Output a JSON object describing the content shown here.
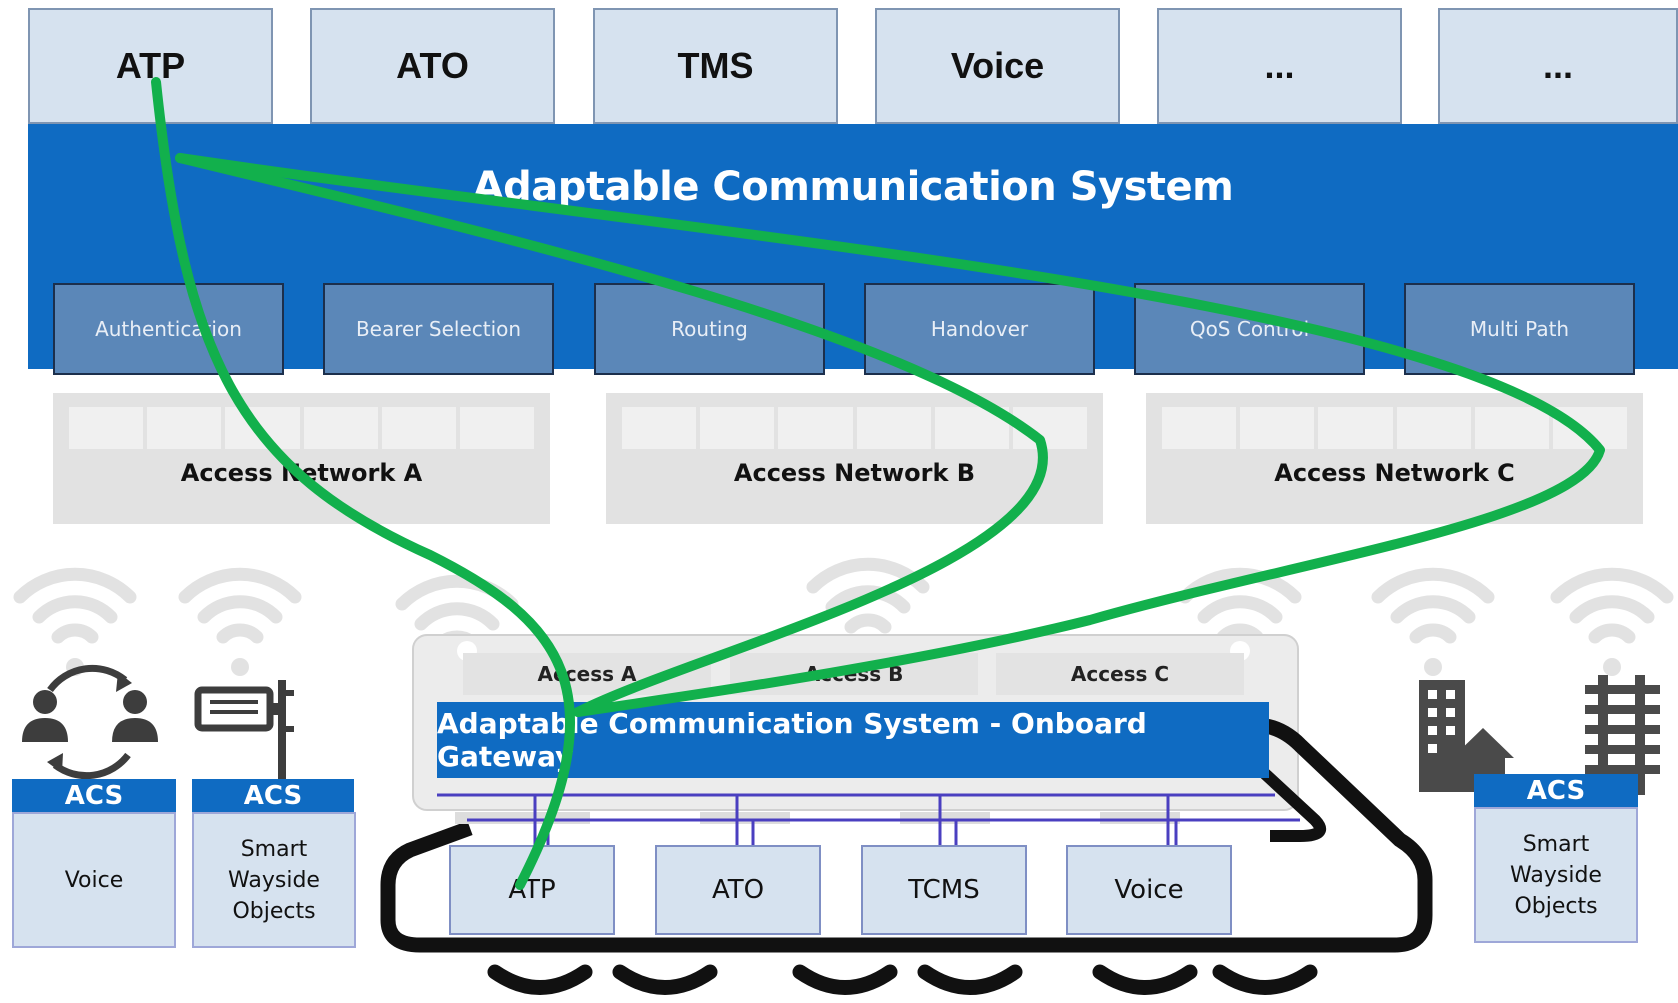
{
  "applications": [
    "ATP",
    "ATO",
    "TMS",
    "Voice",
    "...",
    "..."
  ],
  "system": {
    "title": "Adaptable Communication System",
    "functions": [
      "Authentication",
      "Bearer Selection",
      "Routing",
      "Handover",
      "QoS Control",
      "Multi Path"
    ]
  },
  "access_networks": [
    "Access Network A",
    "Access Network B",
    "Access Network C"
  ],
  "onboard": {
    "access_tabs": [
      "Access A",
      "Access B",
      "Access C"
    ],
    "gateway_title": "Adaptable Communication System - Onboard Gateway",
    "devices": [
      "ATP",
      "ATO",
      "TCMS",
      "Voice"
    ]
  },
  "wayside": [
    {
      "badge": "ACS",
      "label": "Voice"
    },
    {
      "badge": "ACS",
      "label": "Smart Wayside Objects"
    },
    {
      "badge": "ACS",
      "label": "Smart Wayside Objects"
    }
  ],
  "icons": [
    "wifi-icon",
    "people-exchange-icon",
    "signal-board-icon",
    "building-icon",
    "railway-track-icon",
    "train-icon"
  ],
  "colors": {
    "system_blue": "#0f6bc2",
    "function_box": "#5b87b8",
    "app_box": "#d6e2ef",
    "path_green": "#12b04c"
  }
}
